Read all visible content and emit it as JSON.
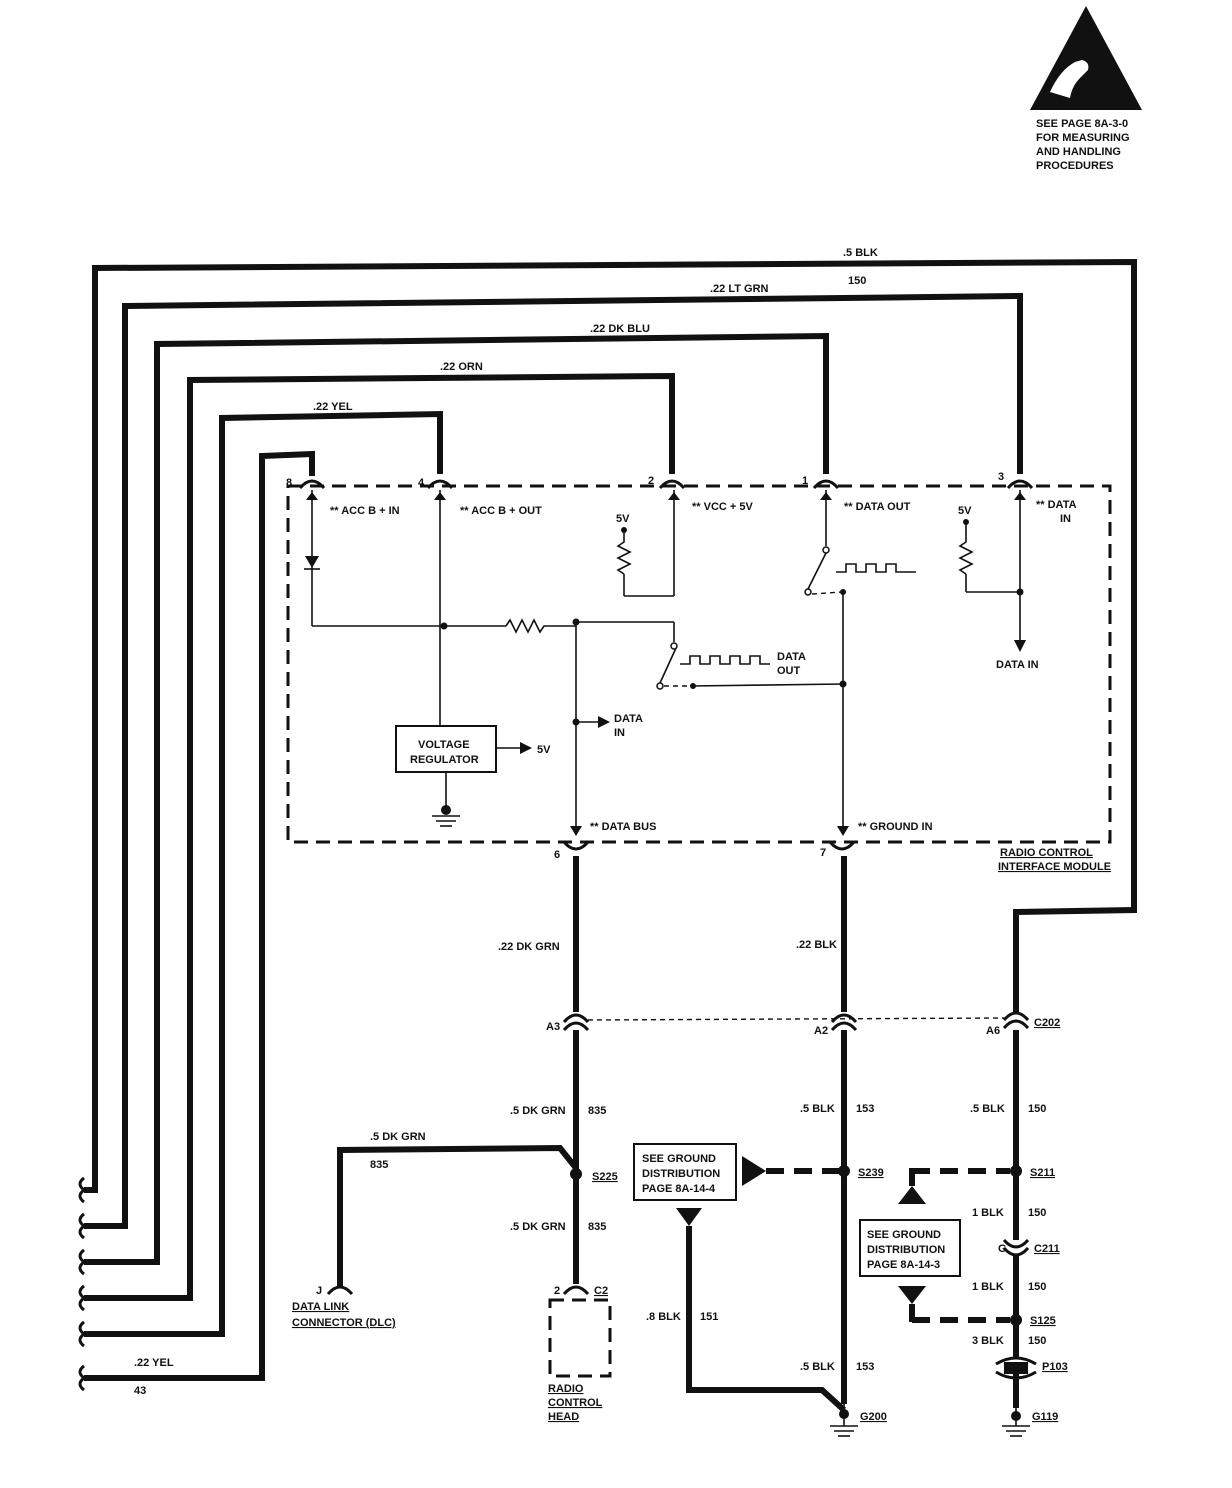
{
  "esd_note": {
    "line1": "SEE PAGE 8A-3-0",
    "line2": "FOR MEASURING",
    "line3": "AND HANDLING",
    "line4": "PROCEDURES"
  },
  "wires": {
    "blk_top": ".5 BLK",
    "blk_top_circuit": "150",
    "lt_grn": ".22 LT GRN",
    "dk_blu": ".22 DK BLU",
    "orn": ".22 ORN",
    "yel_top": ".22 YEL",
    "dk_grn_module": ".22 DK GRN",
    "blk_module": ".22 BLK",
    "dk_grn_a3": ".5 DK GRN",
    "dk_grn_a3_circuit": "835",
    "blk_a2": ".5 BLK",
    "blk_a2_circuit": "153",
    "blk_a6": ".5 BLK",
    "blk_a6_circuit": "150",
    "dk_grn_dlc": ".5 DK GRN",
    "dk_grn_dlc_circuit": "835",
    "dk_grn_c2": ".5 DK GRN",
    "dk_grn_c2_circuit": "835",
    "blk_151": ".8 BLK",
    "blk_151_circuit": "151",
    "blk_g200": ".5 BLK",
    "blk_g200_circuit": "153",
    "blk_s211": "1 BLK",
    "blk_s211_circuit": "150",
    "blk_c211": "1 BLK",
    "blk_c211_circuit": "150",
    "blk_p103": "3 BLK",
    "blk_p103_circuit": "150",
    "yel_bottom": ".22 YEL",
    "yel_bottom_circuit": "43"
  },
  "module": {
    "title_line1": "RADIO CONTROL",
    "title_line2": "INTERFACE MODULE",
    "pins": {
      "p8": "8",
      "p4": "4",
      "p2": "2",
      "p1": "1",
      "p3": "3",
      "p6": "6",
      "p7": "7"
    },
    "labels": {
      "acc_in": "** ACC B + IN",
      "acc_out": "** ACC B + OUT",
      "vcc": "** VCC + 5V",
      "data_out_top": "** DATA OUT",
      "data_in_top1": "** DATA",
      "data_in_top2": "IN",
      "v5_left": "5V",
      "v5_right": "5V",
      "data_in_right": "DATA IN",
      "data_out_mid1": "DATA",
      "data_out_mid2": "OUT",
      "data_in_mid1": "DATA",
      "data_in_mid2": "IN",
      "regulator1": "VOLTAGE",
      "regulator2": "REGULATOR",
      "reg_5v": "5V",
      "data_bus": "** DATA BUS",
      "ground_in": "** GROUND IN"
    }
  },
  "connectors": {
    "a3": "A3",
    "a2": "A2",
    "a6": "A6",
    "c202": "C202",
    "s225": "S225",
    "s239": "S239",
    "s211": "S211",
    "g_pin": "G",
    "c211": "C211",
    "s125": "S125",
    "p103": "P103",
    "g200": "G200",
    "g119": "G119",
    "c2_pin": "2",
    "c2": "C2",
    "dlc_pin": "J",
    "dlc1": "DATA LINK",
    "dlc2": "CONNECTOR (DLC)",
    "rch1": "RADIO",
    "rch2": "CONTROL",
    "rch3": "HEAD"
  },
  "ground_dist_4": {
    "line1": "SEE GROUND",
    "line2": "DISTRIBUTION",
    "line3": "PAGE 8A-14-4"
  },
  "ground_dist_3": {
    "line1": "SEE GROUND",
    "line2": "DISTRIBUTION",
    "line3": "PAGE 8A-14-3"
  }
}
